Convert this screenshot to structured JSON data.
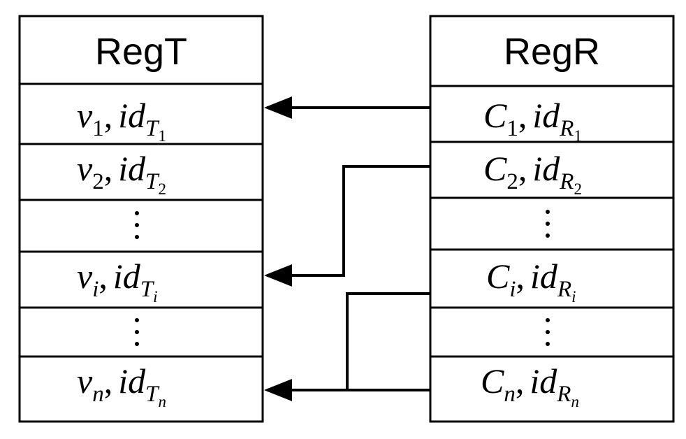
{
  "left_table": {
    "title": "RegT",
    "rows": [
      {
        "type": "entry",
        "base": "v",
        "base_sub": "1",
        "sep": ",",
        "id": "id",
        "id_sub": "T",
        "id_subsub": "1"
      },
      {
        "type": "entry",
        "base": "v",
        "base_sub": "2",
        "sep": ",",
        "id": "id",
        "id_sub": "T",
        "id_subsub": "2"
      },
      {
        "type": "ellipsis"
      },
      {
        "type": "entry",
        "base": "v",
        "base_sub": "i",
        "sep": ",",
        "id": "id",
        "id_sub": "T",
        "id_subsub": "i"
      },
      {
        "type": "ellipsis"
      },
      {
        "type": "entry",
        "base": "v",
        "base_sub": "n",
        "sep": ",",
        "id": "id",
        "id_sub": "T",
        "id_subsub": "n"
      }
    ]
  },
  "right_table": {
    "title": "RegR",
    "rows": [
      {
        "type": "entry",
        "base": "C",
        "base_sub": "1",
        "sep": ",",
        "id": "id",
        "id_sub": "R",
        "id_subsub": "1"
      },
      {
        "type": "entry",
        "base": "C",
        "base_sub": "2",
        "sep": ",",
        "id": "id",
        "id_sub": "R",
        "id_subsub": "2"
      },
      {
        "type": "ellipsis"
      },
      {
        "type": "entry",
        "base": "C",
        "base_sub": "i",
        "sep": ",",
        "id": "id",
        "id_sub": "R",
        "id_subsub": "i"
      },
      {
        "type": "ellipsis"
      },
      {
        "type": "entry",
        "base": "C",
        "base_sub": "n",
        "sep": ",",
        "id": "id",
        "id_sub": "R",
        "id_subsub": "n"
      }
    ]
  },
  "mappings": [
    {
      "from_right_row": 0,
      "to_left_row": 0
    },
    {
      "from_right_row": 1,
      "to_left_row": 3
    },
    {
      "from_right_row": 3,
      "to_left_row": 5
    },
    {
      "from_right_row": 5,
      "to_left_row": 5
    }
  ],
  "colors": {
    "stroke": "#000000",
    "background": "#ffffff"
  }
}
